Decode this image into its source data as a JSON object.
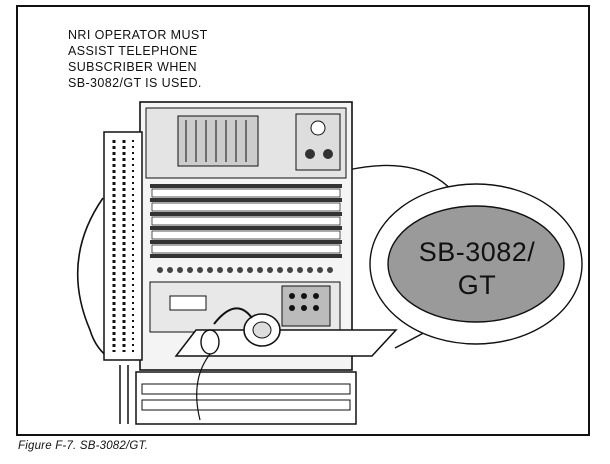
{
  "note": {
    "lines": [
      "NRI OPERATOR MUST",
      "ASSIST TELEPHONE",
      "SUBSCRIBER WHEN",
      "SB-3082/GT IS USED."
    ]
  },
  "bubble": {
    "lines": [
      "SB-3082/",
      "GT"
    ],
    "fill": "#9a9a9a"
  },
  "caption": "Figure F-7. SB-3082/GT.",
  "colors": {
    "ink": "#111111",
    "paper": "#ffffff"
  }
}
